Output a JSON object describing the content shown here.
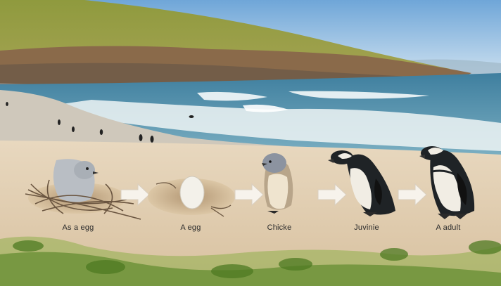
{
  "stages": [
    {
      "id": "nest",
      "caption": "As a egg"
    },
    {
      "id": "egg",
      "caption": "A egg"
    },
    {
      "id": "chick",
      "caption": "Chicke"
    },
    {
      "id": "juvenile",
      "caption": "Juvinie"
    },
    {
      "id": "adult",
      "caption": "A adult"
    }
  ],
  "colors": {
    "sky": "#a9c9e8",
    "sea": "#4f8fae",
    "foam": "#f2f6f7",
    "sand": "#e2cfb2",
    "grass": "#8a9a4a",
    "cliff": "#8a6a4a",
    "penguin_dark": "#1f2326",
    "penguin_belly": "#f1ede4"
  }
}
